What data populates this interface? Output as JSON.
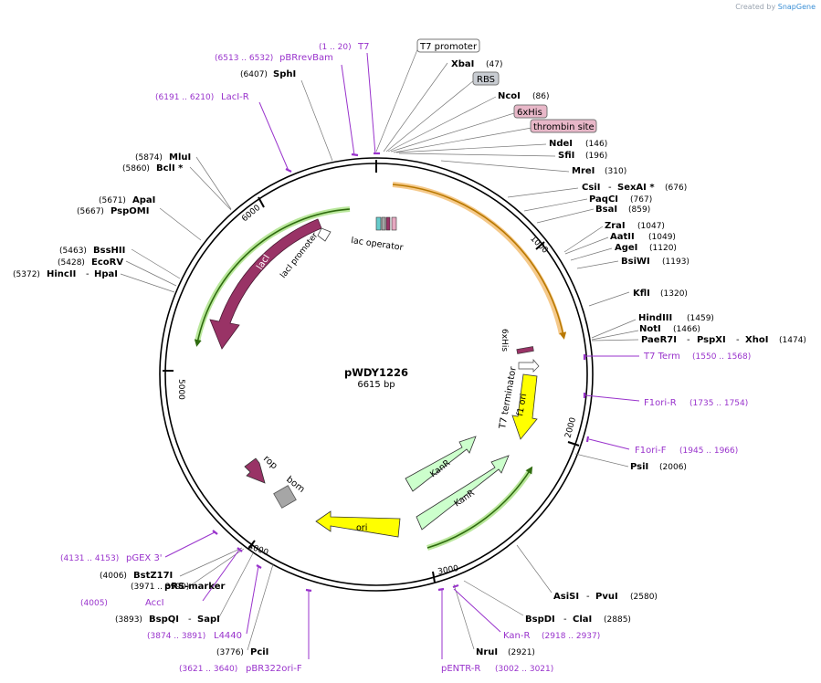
{
  "watermark": {
    "prefix": "Created by",
    "brand": "SnapGene"
  },
  "plasmid": {
    "name": "pWDY1226",
    "length": "6615 bp"
  },
  "ruler_ticks": [
    "1000",
    "2000",
    "3000",
    "5000",
    "6000"
  ],
  "labels": [
    {
      "id": "t7-promoter",
      "name": "T7 promoter",
      "boxed": "white"
    },
    {
      "id": "xbai",
      "name": "XbaI",
      "pos": "(47)"
    },
    {
      "id": "rbs",
      "name": "RBS",
      "boxed": "gray"
    },
    {
      "id": "ncoi",
      "name": "NcoI",
      "pos": "(86)"
    },
    {
      "id": "6xhis",
      "name": "6xHis",
      "boxed": "pink"
    },
    {
      "id": "thrombin",
      "name": "thrombin site",
      "boxed": "pink"
    },
    {
      "id": "ndei",
      "name": "NdeI",
      "pos": "(146)"
    },
    {
      "id": "sfii",
      "name": "SfiI",
      "pos": "(196)"
    },
    {
      "id": "mrei",
      "name": "MreI",
      "pos": "(310)"
    },
    {
      "id": "csii",
      "name": "CsiI",
      "pos": ""
    },
    {
      "id": "sexai",
      "name": "SexAI *",
      "pos": "(676)"
    },
    {
      "id": "paqci",
      "name": "PaqCI",
      "pos": "(767)"
    },
    {
      "id": "bsai",
      "name": "BsaI",
      "pos": "(859)"
    },
    {
      "id": "zrai",
      "name": "ZraI",
      "pos": "(1047)"
    },
    {
      "id": "aatii",
      "name": "AatII",
      "pos": "(1049)"
    },
    {
      "id": "agei",
      "name": "AgeI",
      "pos": "(1120)"
    },
    {
      "id": "bsiwi",
      "name": "BsiWI",
      "pos": "(1193)"
    },
    {
      "id": "kfli",
      "name": "KflI",
      "pos": "(1320)"
    },
    {
      "id": "hindiii",
      "name": "HindIII",
      "pos": "(1459)"
    },
    {
      "id": "noti",
      "name": "NotI",
      "pos": "(1466)"
    },
    {
      "id": "paer7i",
      "name": "PaeR7I",
      "pos": ""
    },
    {
      "id": "pspxi",
      "name": "PspXI",
      "pos": ""
    },
    {
      "id": "xhoi",
      "name": "XhoI",
      "pos": "(1474)"
    },
    {
      "id": "t7term",
      "name": "T7 Term",
      "pos": "(1550 .. 1568)",
      "primer": true
    },
    {
      "id": "f1ori-r",
      "name": "F1ori-R",
      "pos": "(1735 .. 1754)",
      "primer": true
    },
    {
      "id": "f1ori-f",
      "name": "F1ori-F",
      "pos": "(1945 .. 1966)",
      "primer": true
    },
    {
      "id": "psii",
      "name": "PsiI",
      "pos": "(2006)"
    },
    {
      "id": "asisi",
      "name": "AsiSI",
      "pos": "(2580)"
    },
    {
      "id": "pvui",
      "name": "PvuI",
      "pos": ""
    },
    {
      "id": "bspdi",
      "name": "BspDI",
      "pos": "(2885)"
    },
    {
      "id": "clai",
      "name": "ClaI",
      "pos": ""
    },
    {
      "id": "kan-r",
      "name": "Kan-R",
      "pos": "(2918 .. 2937)",
      "primer": true
    },
    {
      "id": "nrui",
      "name": "NruI",
      "pos": "(2921)"
    },
    {
      "id": "pentr-r",
      "name": "pENTR-R",
      "pos": "(3002 .. 3021)",
      "primer": true
    },
    {
      "id": "pbr322ori-f",
      "name": "pBR322ori-F",
      "pos": "(3621 .. 3640)",
      "primer": true
    },
    {
      "id": "pcii",
      "name": "PciI",
      "pos": "(3776)"
    },
    {
      "id": "l4440",
      "name": "L4440",
      "pos": "(3874 .. 3891)",
      "primer": true
    },
    {
      "id": "bspqi",
      "name": "BspQI",
      "pos": "(3893)"
    },
    {
      "id": "sapi",
      "name": "SapI",
      "pos": ""
    },
    {
      "id": "prs-marker",
      "name": "pRS-marker",
      "pos": "(3971 .. 3990)",
      "primer": true
    },
    {
      "id": "acci",
      "name": "AccI",
      "pos": "(4005)"
    },
    {
      "id": "bstz17i",
      "name": "BstZ17I",
      "pos": "(4006)"
    },
    {
      "id": "pgex3",
      "name": "pGEX 3'",
      "pos": "(4131 .. 4153)",
      "primer": true
    },
    {
      "id": "hincii",
      "name": "HincII",
      "pos": "(5372)"
    },
    {
      "id": "hpai",
      "name": "HpaI",
      "pos": ""
    },
    {
      "id": "ecorv",
      "name": "EcoRV",
      "pos": "(5428)"
    },
    {
      "id": "bsshii",
      "name": "BssHII",
      "pos": "(5463)"
    },
    {
      "id": "pspomi",
      "name": "PspOMI",
      "pos": "(5667)"
    },
    {
      "id": "apai",
      "name": "ApaI",
      "pos": "(5671)"
    },
    {
      "id": "bcli",
      "name": "BclI *",
      "pos": "(5860)"
    },
    {
      "id": "mlui",
      "name": "MluI",
      "pos": "(5874)"
    },
    {
      "id": "laci-r",
      "name": "LacI-R",
      "pos": "(6191 .. 6210)",
      "primer": true
    },
    {
      "id": "sphi",
      "name": "SphI",
      "pos": "(6407)"
    },
    {
      "id": "pbrrevbam",
      "name": "pBRrevBam",
      "pos": "(6513 .. 6532)",
      "primer": true
    },
    {
      "id": "t7",
      "name": "T7",
      "pos": "(1 .. 20)",
      "primer": true
    }
  ],
  "features": [
    {
      "id": "laci",
      "label": "lacI",
      "color": "#993366"
    },
    {
      "id": "laci-promoter",
      "label": "lacI promoter",
      "color": "#ffffff"
    },
    {
      "id": "lac-operator",
      "label": "lac operator",
      "color": "#ffffff"
    },
    {
      "id": "6xhis-inner",
      "label": "6xHis",
      "color": "#993366"
    },
    {
      "id": "t7-terminator",
      "label": "T7 terminator",
      "color": "#ffffff"
    },
    {
      "id": "f1-ori",
      "label": "f1 ori",
      "color": "#ffff00"
    },
    {
      "id": "kanr-1",
      "label": "KanR",
      "color": "#ccffcc"
    },
    {
      "id": "kanr-2",
      "label": "KanR",
      "color": "#ccffcc"
    },
    {
      "id": "ori",
      "label": "ori",
      "color": "#ffff00"
    },
    {
      "id": "rop",
      "label": "rop",
      "color": "#993366"
    },
    {
      "id": "bom",
      "label": "bom",
      "color": "#a6a6a6"
    }
  ],
  "colors": {
    "primer": "#9933cc",
    "enzyme": "#000000",
    "orf_orange": "#ff9900",
    "orf_green": "#66cc33",
    "backbone": "#000000"
  }
}
